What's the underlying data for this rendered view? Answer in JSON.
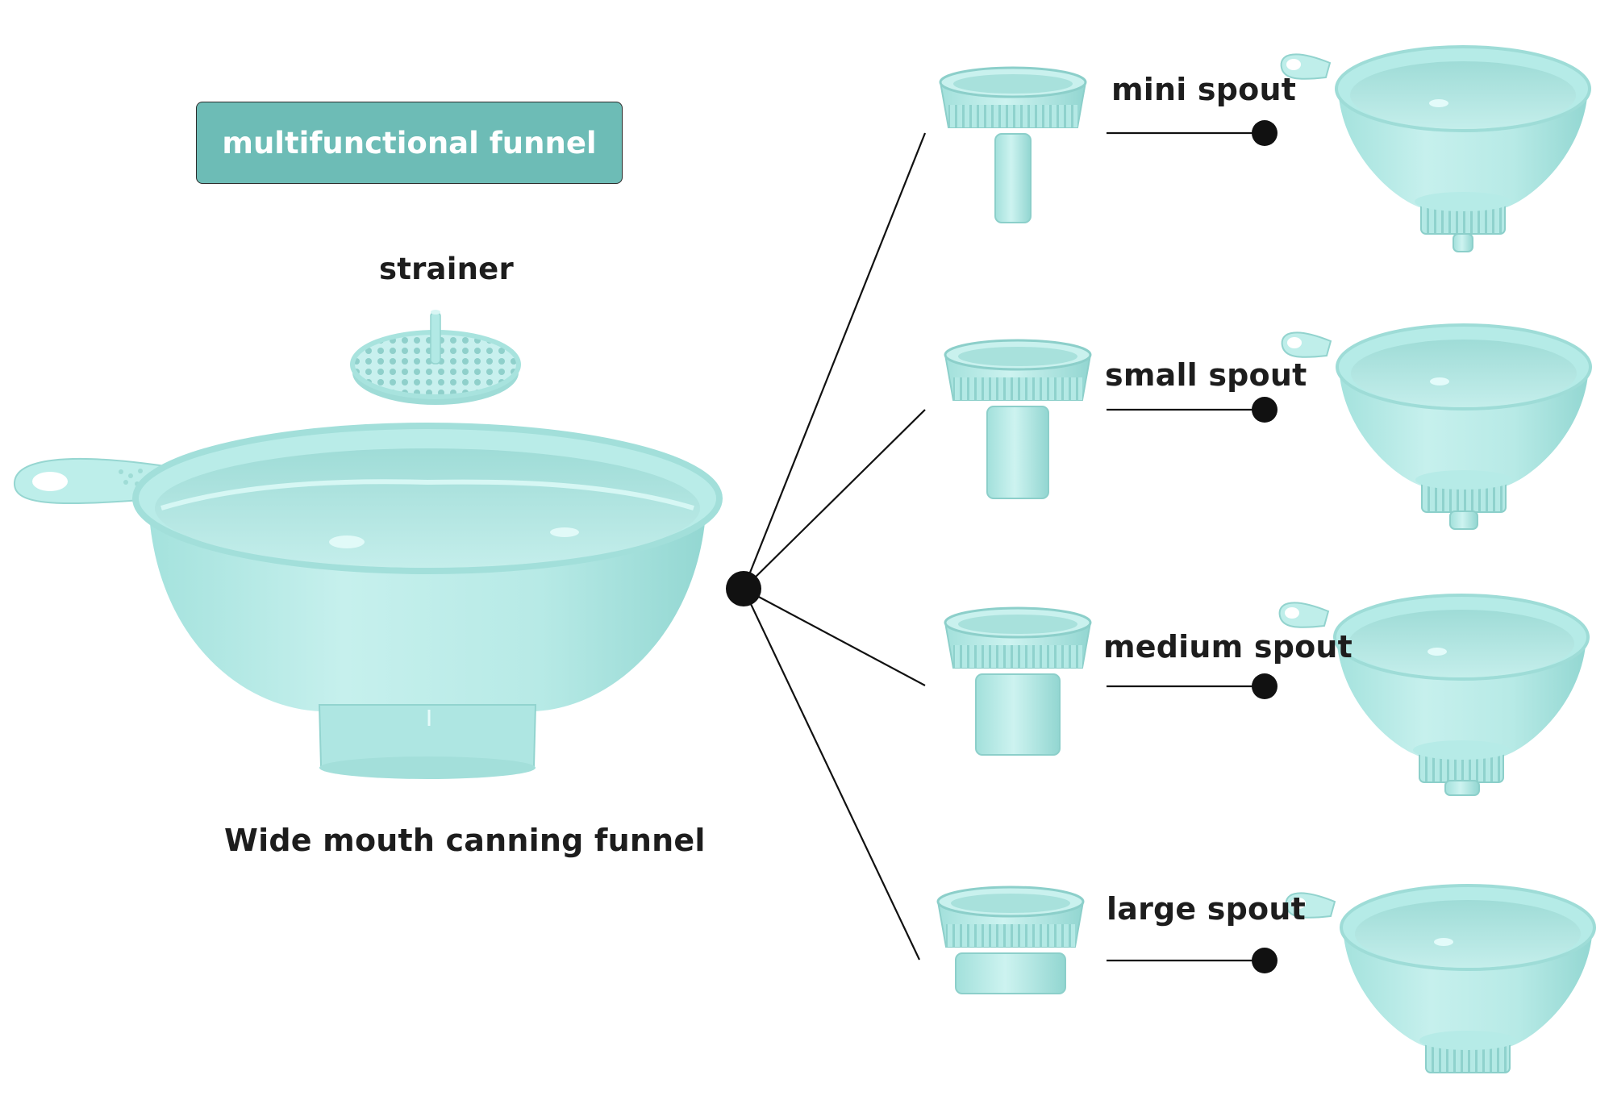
{
  "title": "multifunctional funnel",
  "labels": {
    "strainer": "strainer",
    "main_funnel": "Wide mouth canning funnel"
  },
  "spouts": [
    {
      "label": "mini spout"
    },
    {
      "label": "small spout"
    },
    {
      "label": "medium spout"
    },
    {
      "label": "large spout"
    }
  ],
  "colors": {
    "title_bg": "#6dbcb6",
    "funnel_light": "#c8f0ee",
    "funnel_mid": "#a9e4e0",
    "funnel_dark": "#86cfca",
    "connector": "#111111"
  },
  "icons": {
    "strainer": "strainer-disc",
    "main_funnel": "wide-mouth-funnel",
    "hub": "hub-dot",
    "spout_part": "spout-attachment",
    "assembled": "assembled-funnel"
  }
}
